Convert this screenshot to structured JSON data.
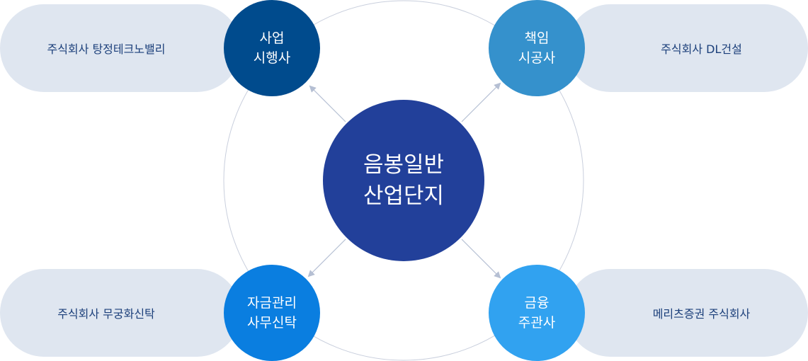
{
  "center": {
    "label": "음봉일반\n산업단지",
    "color": "#22409a"
  },
  "nodes": [
    {
      "role": "사업\n시행사",
      "company": "주식회사 탕정테크노밸리",
      "color": "#004b8d"
    },
    {
      "role": "책임\n시공사",
      "company": "주식회사 DL건설",
      "color": "#3591cc"
    },
    {
      "role": "자금관리\n사무신탁",
      "company": "주식회사 무궁화신탁",
      "color": "#0a7ee0"
    },
    {
      "role": "금융\n주관사",
      "company": "메리츠증권 주식회사",
      "color": "#31a2f0"
    }
  ]
}
